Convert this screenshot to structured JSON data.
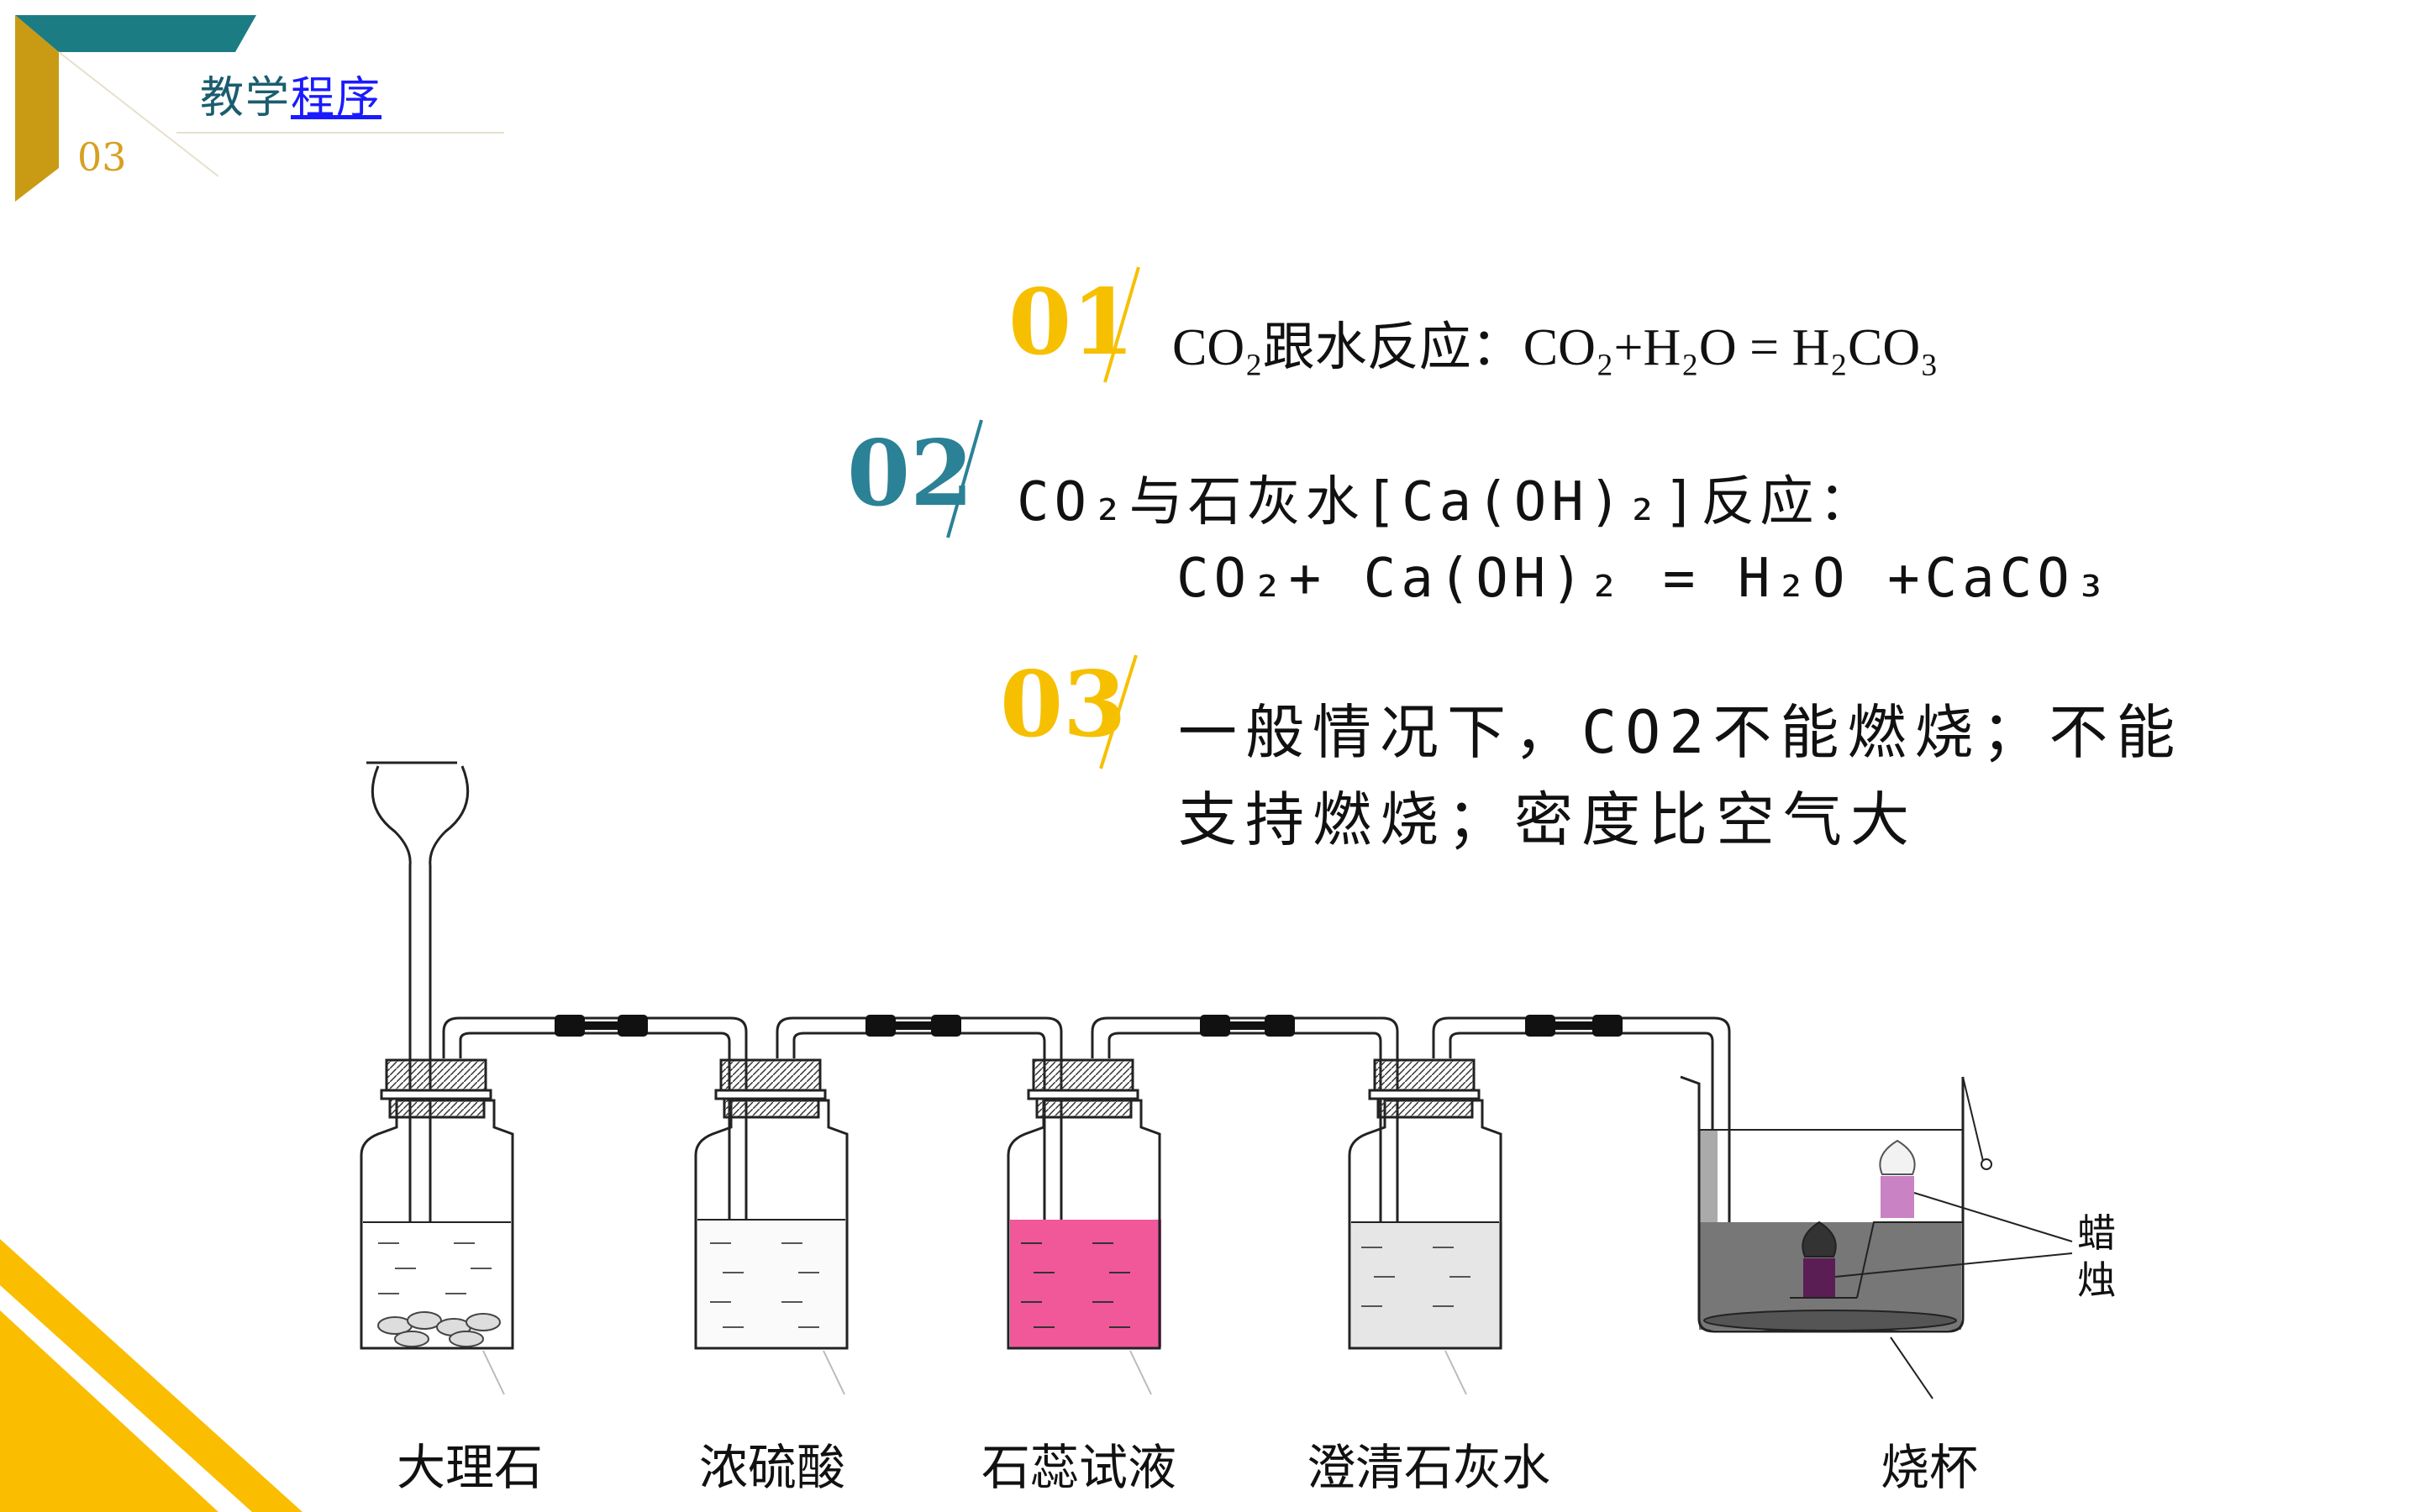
{
  "header": {
    "title_part1": "教学",
    "title_part2": "程序",
    "section_number": "03"
  },
  "items": [
    {
      "number": "01",
      "color": "#f6c000",
      "text": "CO₂跟水反应：CO₂+H₂O  =  H₂CO₃"
    },
    {
      "number": "02",
      "color": "#2b8195",
      "text": "CO₂与石灰水[Ca(OH)₂]反应：",
      "equation": "CO₂+ Ca(OH)₂ = H₂O +CaCO₃"
    },
    {
      "number": "03",
      "color": "#f6c000",
      "text": "一般情况下，CO2不能燃烧；不能支持燃烧；密度比空气大"
    }
  ],
  "apparatus": {
    "labels": [
      "大理石",
      "浓硫酸",
      "石蕊试液",
      "澄清石灰水",
      "烧杯"
    ],
    "candle_label": "蜡烛",
    "colors": {
      "litmus": "#f0589a",
      "limewater": "#e6e6e6",
      "beaker_liquid": "#777777",
      "candle_top": "#c983c4",
      "candle_bottom": "#5a1e55"
    }
  }
}
